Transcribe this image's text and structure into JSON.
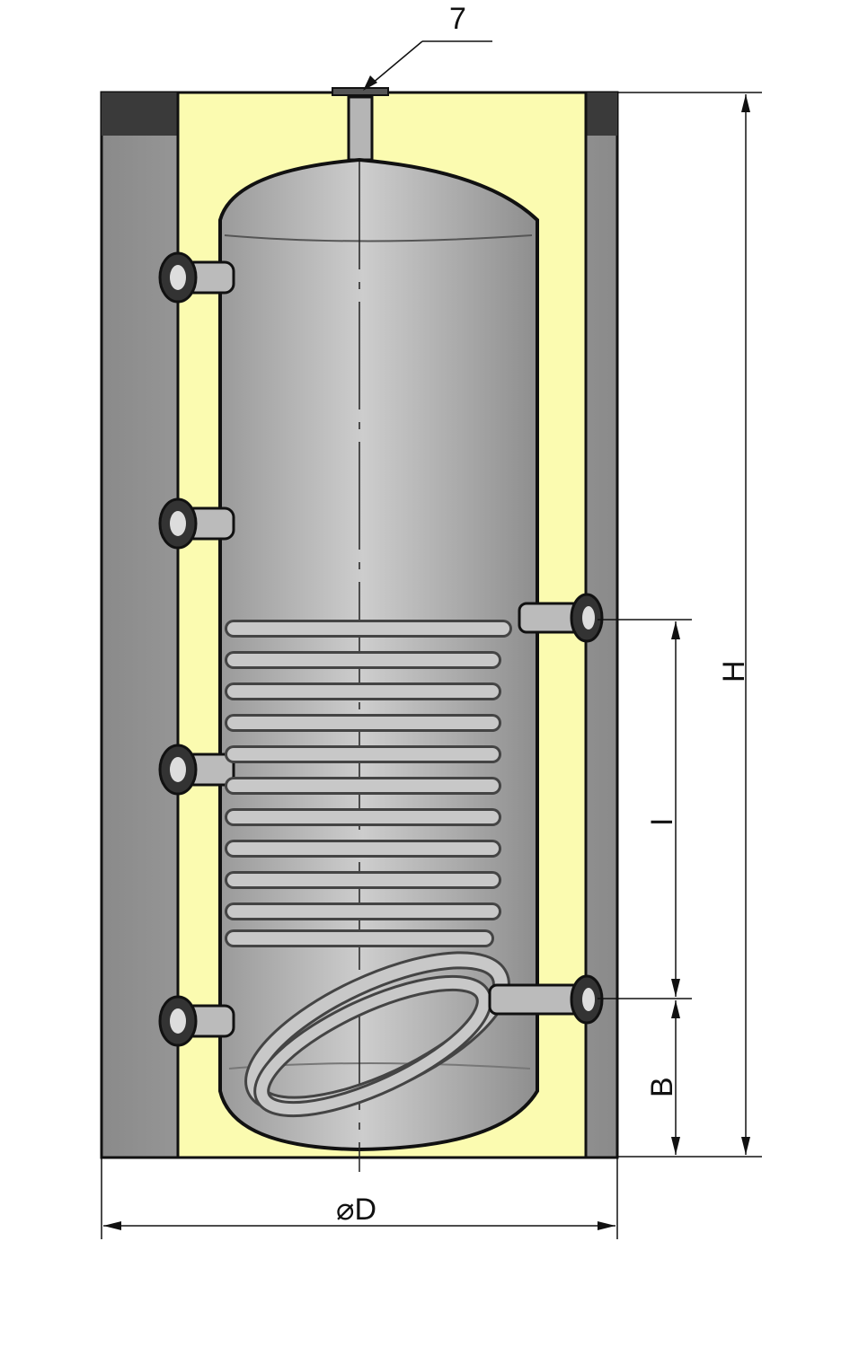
{
  "labels": {
    "callout": "7",
    "height": "H",
    "coil_length": "I",
    "bottom_offset": "B",
    "diameter": "⌀D"
  },
  "colors": {
    "shell": "#9a9a9a",
    "insulation": "#fbfbb0",
    "tank": "#a8a8a8",
    "caps": "#3a3a3a"
  }
}
